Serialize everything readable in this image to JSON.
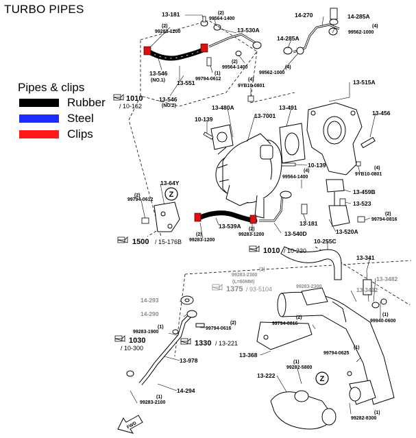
{
  "title": "TURBO PIPES",
  "legend": {
    "title": "Pipes & clips",
    "items": [
      {
        "label": "Rubber",
        "color": "#000000"
      },
      {
        "label": "Steel",
        "color": "#1e2cff"
      },
      {
        "label": "Clips",
        "color": "#ff1a1a"
      }
    ]
  },
  "callouts": {
    "c1": "13-181",
    "c2": "(2)",
    "c3": "99564-1400",
    "c4": "(2)",
    "c5": "99283-1200",
    "c6": "13-530A",
    "c7": "14-270",
    "c8": "14-285A",
    "c9": "(4)",
    "c10": "99562-1000",
    "c11": "14-285A",
    "c12": "(2)",
    "c13": "99564-1400",
    "c14": "(4)",
    "c15": "99562-1000",
    "c16": "(1)",
    "c17": "99794-0612",
    "c18": "13-546",
    "c19": "(NO.1)",
    "c20": "13-551",
    "c21": "13-546",
    "c22": "(NO.2)",
    "c23": "(4)",
    "c24": "9YB10-0801",
    "c25": "13-515A",
    "c26": "13-456",
    "c27": "13-480A",
    "c28": "13-491",
    "c29": "10-139",
    "c30": "13-7001",
    "c31": "10-139",
    "c32": "(4)",
    "c33": "9YB10-0801",
    "c34": "(4)",
    "c35": "99564-1400",
    "c36": "13-459B",
    "c37": "13-523",
    "c38": "(2)",
    "c39": "99794-0816",
    "c40": "13-64Y",
    "c41": "(2)",
    "c42": "99794-0612",
    "c43": "13-539A",
    "c44": "(2)",
    "c45": "99283-1200",
    "c46": "(2)",
    "c47": "99283-1200",
    "c48": "13-181",
    "c49": "13-540D",
    "c50": "13-520A",
    "c51": "10-255C",
    "c52": "13-341",
    "c53": "(2)",
    "c54": "99283-2300",
    "c55": "(L=60MM)",
    "c56": "99283-2300",
    "c57": "13-3482",
    "c58": "13-3492",
    "c59": "14-293",
    "c60": "14-290",
    "c61": "(2)",
    "c62": "99794-0616",
    "c63": "(1)",
    "c64": "99283-1900",
    "c65": "(2)",
    "c66": "99794-0816",
    "c67": "(1)",
    "c68": "99940-0600",
    "c69": "(1)",
    "c70": "99794-0625",
    "c71": "13-978",
    "c72": "13-368",
    "c73": "(1)",
    "c74": "99282-5800",
    "c75": "13-222",
    "c76": "14-294",
    "c77": "(1)",
    "c78": "99283-2100",
    "c79": "(1)",
    "c80": "99282-8300"
  },
  "refs": {
    "r1": {
      "num": "1010",
      "sub": "/ 10-162"
    },
    "r2": {
      "num": "1500",
      "sub": "/ 15-176B"
    },
    "r3": {
      "num": "1010",
      "sub": "/ 10-220"
    },
    "r4": {
      "num": "1375",
      "sub": "/ 93-5104"
    },
    "r5": {
      "num": "1030",
      "sub": "/ 10-300"
    },
    "r6": {
      "num": "1330",
      "sub": "/ 13-221"
    }
  },
  "markers": {
    "z1": "Z",
    "z2": "Z"
  },
  "fwd": "FWD"
}
